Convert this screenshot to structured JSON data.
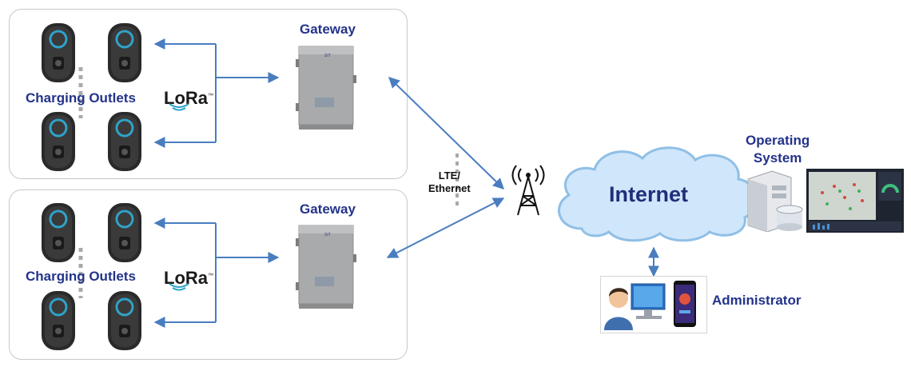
{
  "groups": [
    {
      "outlets_label": "Charging Outlets",
      "gateway_label": "Gateway",
      "lora_label": "LoRa"
    },
    {
      "outlets_label": "Charging Outlets",
      "gateway_label": "Gateway",
      "lora_label": "LoRa"
    }
  ],
  "link": {
    "lte_line1": "LTE/",
    "lte_line2": "Ethernet"
  },
  "cloud": {
    "label": "Internet"
  },
  "operating_system": {
    "line1": "Operating",
    "line2": "System"
  },
  "administrator": {
    "label": "Administrator"
  },
  "colors": {
    "arrow": "#4a7dc0",
    "label": "#23338a",
    "cloud": "#cfe6fb"
  },
  "icons": [
    "ev-charger-icon",
    "gateway-box-icon",
    "cell-tower-icon",
    "server-icon",
    "monitor-dashboard-icon",
    "admin-person-icon",
    "smartphone-icon"
  ]
}
